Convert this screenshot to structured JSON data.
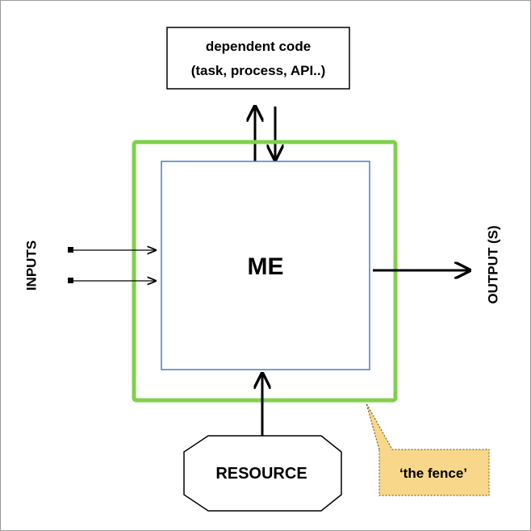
{
  "diagram": {
    "center_label": "ME",
    "dependent_box": {
      "line1": "dependent code",
      "line2": "(task, process, API..)"
    },
    "inputs_label": "INPUTS",
    "outputs_label": "OUTPUT (S)",
    "resource_label": "RESOURCE",
    "callout_label": "‘the fence’",
    "colors": {
      "fence": "#7fd14a",
      "inner_box": "#4a7fb8",
      "callout_fill": "#f8d68a",
      "callout_border": "#7a6a30",
      "stroke": "#000000"
    }
  }
}
